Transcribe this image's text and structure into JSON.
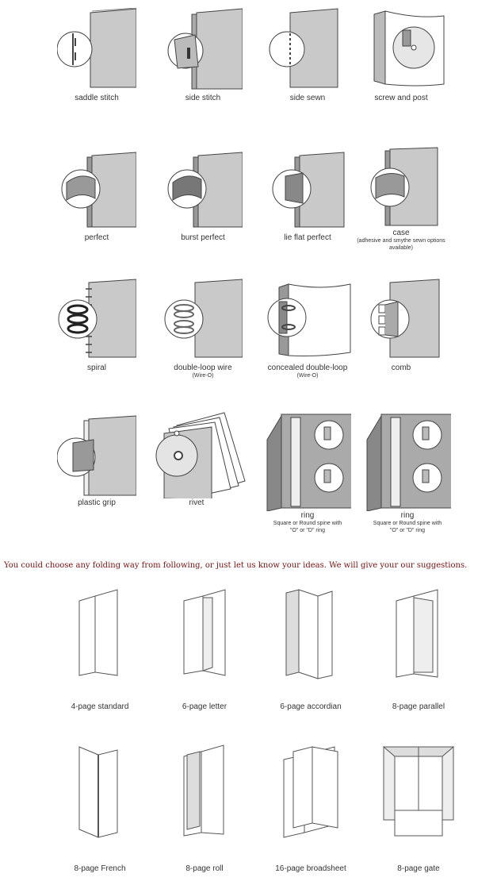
{
  "binding_styles": [
    {
      "label": "saddle stitch",
      "sub": ""
    },
    {
      "label": "side stitch",
      "sub": ""
    },
    {
      "label": "side sewn",
      "sub": ""
    },
    {
      "label": "screw and post",
      "sub": ""
    },
    {
      "label": "perfect",
      "sub": ""
    },
    {
      "label": "burst perfect",
      "sub": ""
    },
    {
      "label": "lie flat perfect",
      "sub": ""
    },
    {
      "label": "case",
      "sub": "(adhesive and smythe sewn options available)"
    },
    {
      "label": "spiral",
      "sub": ""
    },
    {
      "label": "double-loop wire",
      "sub": "(Wire-O)"
    },
    {
      "label": "concealed double-loop",
      "sub": "(Wire-O)"
    },
    {
      "label": "comb",
      "sub": ""
    },
    {
      "label": "plastic grip",
      "sub": ""
    },
    {
      "label": "rivet",
      "sub": ""
    },
    {
      "label": "ring",
      "sub": "Square or Round spine with \"O\" or \"D\" ring"
    },
    {
      "label": "ring",
      "sub": "Square or Round spine with \"O\" or \"D\" ring"
    }
  ],
  "folding_note": "You could choose any folding way from following, or just let us know your ideas. We will give your our suggestions.",
  "folding_styles": [
    {
      "label": "4-page standard"
    },
    {
      "label": "6-page letter"
    },
    {
      "label": "6-page accordian"
    },
    {
      "label": "8-page parallel"
    },
    {
      "label": "8-page French"
    },
    {
      "label": "8-page roll"
    },
    {
      "label": "16-page broadsheet"
    },
    {
      "label": "8-page gate"
    }
  ]
}
